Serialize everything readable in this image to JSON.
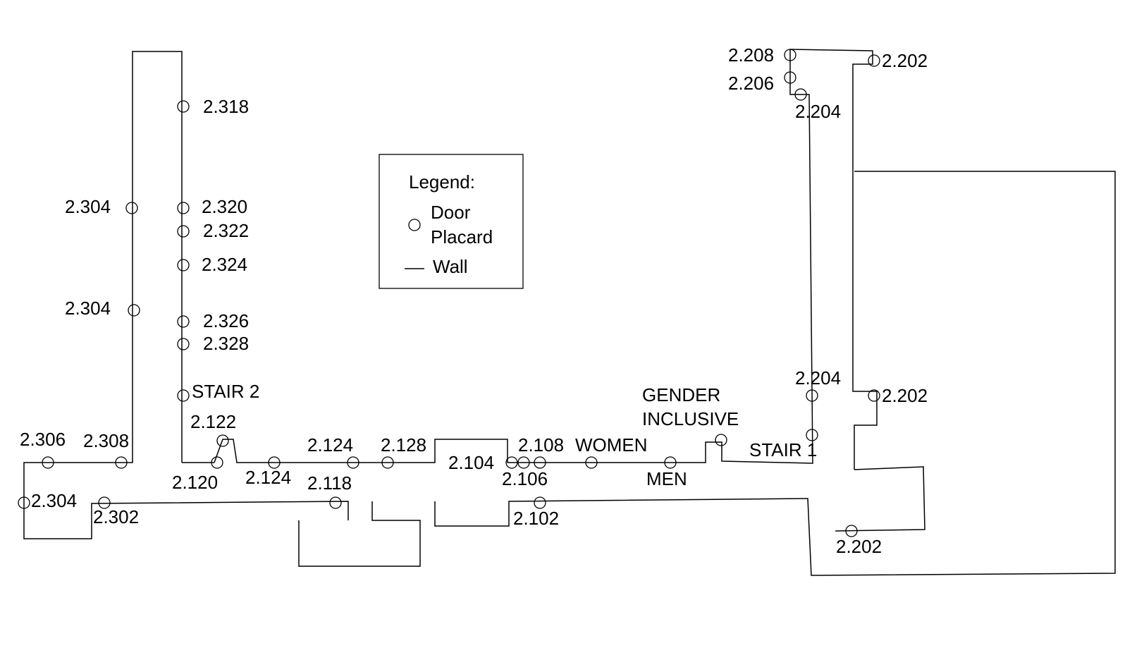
{
  "legend": {
    "title": "Legend:",
    "door_placard_line1": "Door",
    "door_placard_line2": "Placard",
    "wall": "Wall"
  },
  "labels": {
    "r2318": "2.318",
    "r2304_a": "2.304",
    "r2320": "2.320",
    "r2322": "2.322",
    "r2324": "2.324",
    "r2304_b": "2.304",
    "r2326": "2.326",
    "r2328": "2.328",
    "stair2": "STAIR 2",
    "r2122": "2.122",
    "r2306": "2.306",
    "r2308": "2.308",
    "r2124_top": "2.124",
    "r2128": "2.128",
    "r2104": "2.104",
    "r2108": "2.108",
    "women": "WOMEN",
    "r2120": "2.120",
    "r2124_bottom": "2.124",
    "r2118": "2.118",
    "r2106": "2.106",
    "men": "MEN",
    "r2304_c": "2.304",
    "r2302": "2.302",
    "r2102": "2.102",
    "gender_line1": "GENDER",
    "gender_line2": "INCLUSIVE",
    "stair1": "STAIR 1",
    "r2208": "2.208",
    "r2206": "2.206",
    "r2202_top": "2.202",
    "r2204_top": "2.204",
    "r2204_mid": "2.204",
    "r2202_mid": "2.202",
    "r2202_bottom": "2.202"
  }
}
